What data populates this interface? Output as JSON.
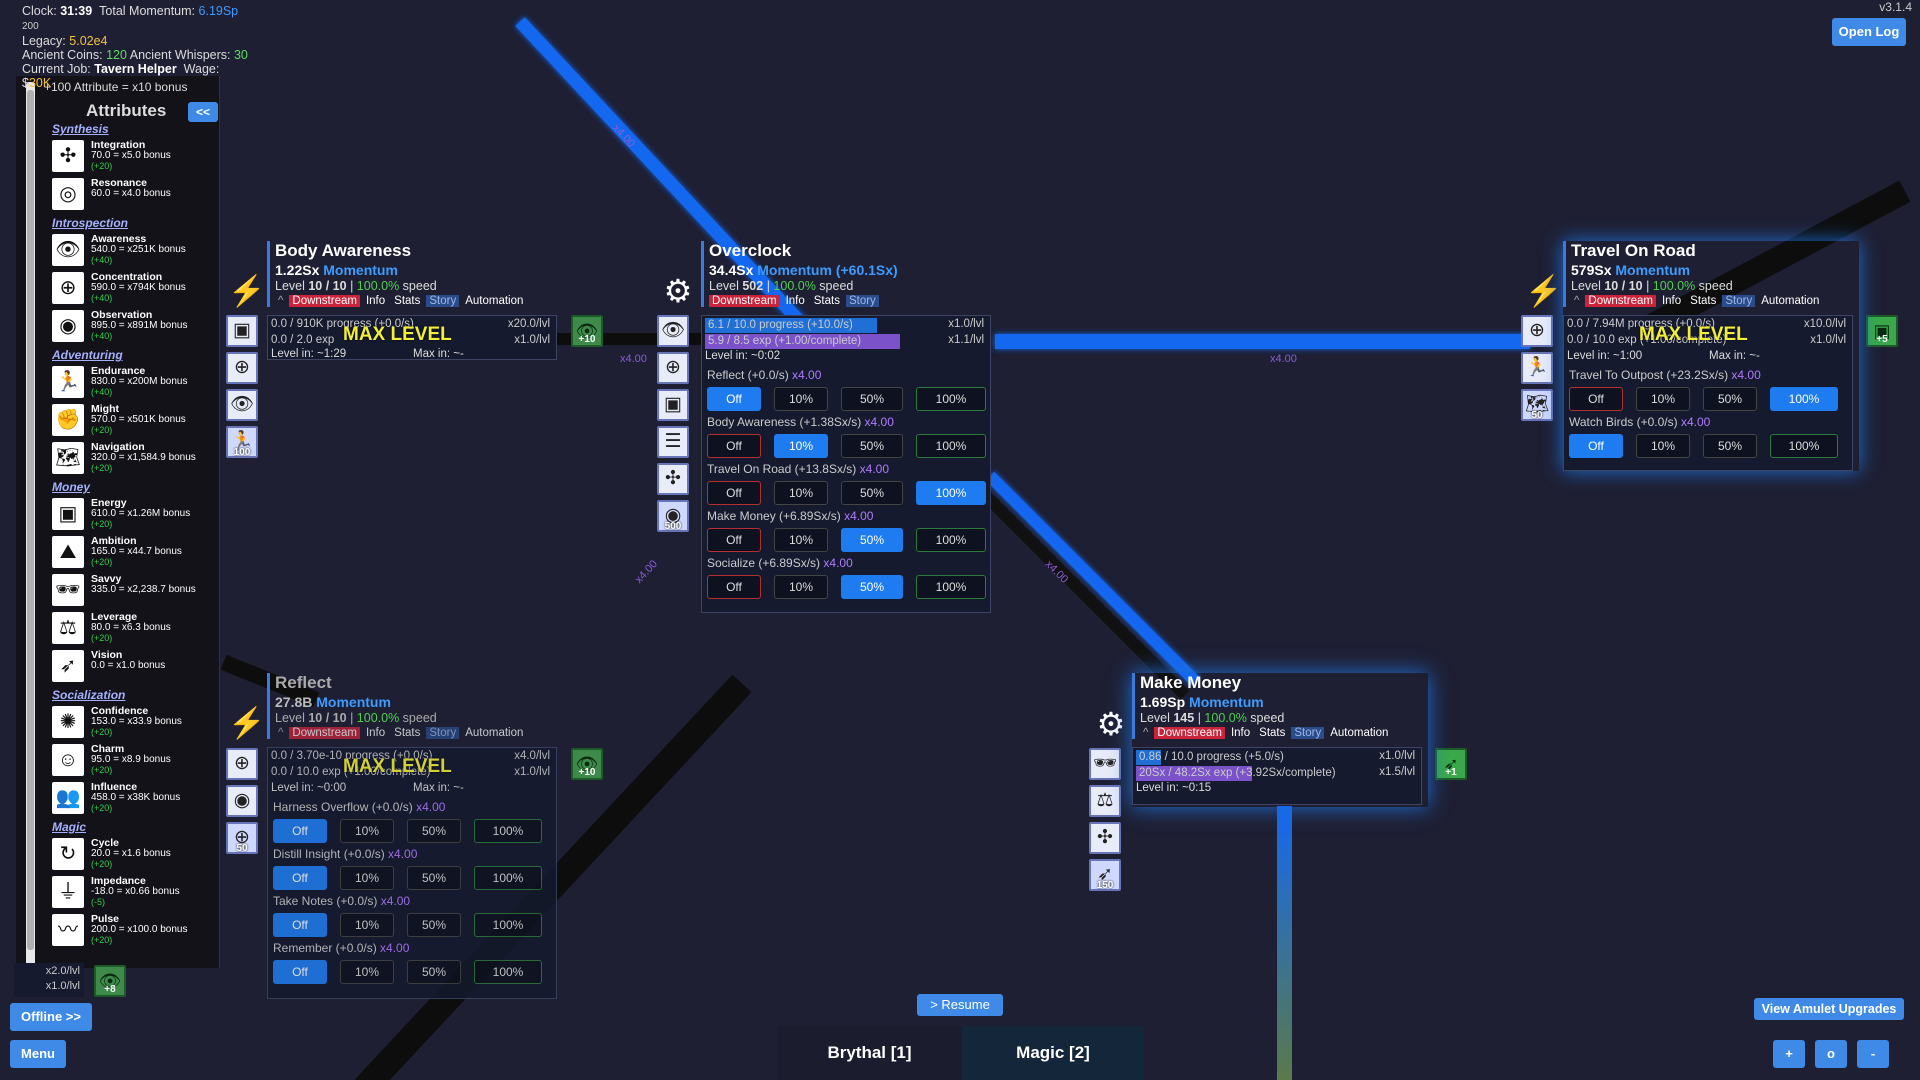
{
  "version": "v3.1.4",
  "top_stats": {
    "clock_label": "Clock:",
    "clock": "31:39",
    "momentum_label": "Total Momentum:",
    "momentum": "6.19Sp",
    "legacy_label": "Legacy:",
    "legacy": "5.02e4",
    "coins_label": "Ancient Coins:",
    "coins": "120",
    "whispers_label": "Ancient Whispers:",
    "whispers": "30",
    "job_label": "Current Job:",
    "job": "Tavern Helper",
    "wage_label": "Wage:",
    "wage_prefix": "$",
    "wage": "30K",
    "top_fragment": "200"
  },
  "buttons": {
    "open_log": "Open Log",
    "offline": "Offline >>",
    "menu": "Menu",
    "resume": "> Resume",
    "amulet": "View Amulet Upgrades",
    "zoom_in": "+",
    "zoom_reset": "o",
    "zoom_out": "-"
  },
  "sidebar": {
    "note": "+100 Attribute = x10 bonus",
    "title": "Attributes",
    "collapse": "<<",
    "categories": [
      {
        "name": "Synthesis",
        "items": [
          {
            "name": "Integration",
            "value": "70.0 = x5.0 bonus",
            "gain": "(+20)",
            "icon": "integration-icon",
            "glyph": "✣"
          },
          {
            "name": "Resonance",
            "value": "60.0 = x4.0 bonus",
            "gain": "",
            "icon": "resonance-icon",
            "glyph": "◎"
          }
        ]
      },
      {
        "name": "Introspection",
        "items": [
          {
            "name": "Awareness",
            "value": "540.0 = x251K bonus",
            "gain": "(+40)",
            "icon": "eye-icon",
            "glyph": "👁"
          },
          {
            "name": "Concentration",
            "value": "590.0 = x794K bonus",
            "gain": "(+40)",
            "icon": "concentration-icon",
            "glyph": "⊕"
          },
          {
            "name": "Observation",
            "value": "895.0 = x891M bonus",
            "gain": "(+40)",
            "icon": "observation-icon",
            "glyph": "◉"
          }
        ]
      },
      {
        "name": "Adventuring",
        "items": [
          {
            "name": "Endurance",
            "value": "830.0 = x200M bonus",
            "gain": "(+40)",
            "icon": "endurance-icon",
            "glyph": "🏃"
          },
          {
            "name": "Might",
            "value": "570.0 = x501K bonus",
            "gain": "(+20)",
            "icon": "might-icon",
            "glyph": "✊"
          },
          {
            "name": "Navigation",
            "value": "320.0 = x1,584.9 bonus",
            "gain": "(+20)",
            "icon": "map-icon",
            "glyph": "🗺"
          }
        ]
      },
      {
        "name": "Money",
        "items": [
          {
            "name": "Energy",
            "value": "610.0 = x1.26M bonus",
            "gain": "(+20)",
            "icon": "energy-icon",
            "glyph": "▣"
          },
          {
            "name": "Ambition",
            "value": "165.0 = x44.7 bonus",
            "gain": "(+20)",
            "icon": "ambition-icon",
            "glyph": "⛰"
          },
          {
            "name": "Savvy",
            "value": "335.0 = x2,238.7 bonus",
            "gain": "",
            "icon": "sunglasses-icon",
            "glyph": "🕶"
          },
          {
            "name": "Leverage",
            "value": "80.0 = x6.3 bonus",
            "gain": "(+20)",
            "icon": "scales-icon",
            "glyph": "⚖"
          },
          {
            "name": "Vision",
            "value": "0.0 = x1.0 bonus",
            "gain": "",
            "icon": "vision-icon",
            "glyph": "➶"
          }
        ]
      },
      {
        "name": "Socialization",
        "items": [
          {
            "name": "Confidence",
            "value": "153.0 = x33.9 bonus",
            "gain": "(+20)",
            "icon": "confidence-icon",
            "glyph": "✺"
          },
          {
            "name": "Charm",
            "value": "95.0 = x8.9 bonus",
            "gain": "(+20)",
            "icon": "smile-icon",
            "glyph": "☺"
          },
          {
            "name": "Influence",
            "value": "458.0 = x38K bonus",
            "gain": "(+20)",
            "icon": "influence-icon",
            "glyph": "👥"
          }
        ]
      },
      {
        "name": "Magic",
        "items": [
          {
            "name": "Cycle",
            "value": "20.0 = x1.6 bonus",
            "gain": "(+20)",
            "icon": "cycle-icon",
            "glyph": "↻"
          },
          {
            "name": "Impedance",
            "value": "-18.0 = x0.66 bonus",
            "gain": "(-5)",
            "icon": "impedance-icon",
            "glyph": "⏚"
          },
          {
            "name": "Pulse",
            "value": "200.0 = x100.0 bonus",
            "gain": "(+20)",
            "icon": "pulse-icon",
            "glyph": "〰"
          }
        ]
      }
    ]
  },
  "tabs_common": {
    "downstream": "Downstream",
    "info": "Info",
    "stats": "Stats",
    "story": "Story",
    "automation": "Automation",
    "caret": "^"
  },
  "nodes": {
    "body_awareness": {
      "title": "Body Awareness",
      "momentum": "1.22Sx",
      "momentum_word": "Momentum",
      "level_prefix": "Level ",
      "level": "10 / 10",
      "speed": "100.0%",
      "speed_word": " speed",
      "progress": "0.0 / 910K progress (+0.0/s)",
      "progress_mult": "x20.0/lvl",
      "exp": "0.0 / 2.0 exp",
      "exp_mult": "x1.0/lvl",
      "max_level": "MAX LEVEL",
      "level_in": "Level in: ~1:29",
      "max_in": "Max in: ~-"
    },
    "overclock": {
      "title": "Overclock",
      "momentum": "34.4Sx",
      "momentum_word": "Momentum",
      "momentum_rate": "(+60.1Sx)",
      "level_prefix": "Level ",
      "level": "502",
      "speed": "100.0%",
      "speed_word": " speed",
      "progress": "6.1 / 10.0 progress (+10.0/s)",
      "progress_mult": "x1.0/lvl",
      "progress_frac": 0.61,
      "exp": "5.9 / 8.5 exp (+1.00/complete)",
      "exp_mult": "x1.1/lvl",
      "exp_frac": 0.69,
      "level_in": "Level in: ~0:02",
      "automations": [
        {
          "label": "Reflect (+0.0/s)",
          "mult": "x4.00",
          "active": 0
        },
        {
          "label": "Body Awareness (+1.38Sx/s)",
          "mult": "x4.00",
          "active": 1
        },
        {
          "label": "Travel On Road (+13.8Sx/s)",
          "mult": "x4.00",
          "active": 3
        },
        {
          "label": "Make Money (+6.89Sx/s)",
          "mult": "x4.00",
          "active": 2
        },
        {
          "label": "Socialize (+6.89Sx/s)",
          "mult": "x4.00",
          "active": 2
        }
      ],
      "badge": "500"
    },
    "travel_on_road": {
      "title": "Travel On Road",
      "momentum": "579Sx",
      "momentum_word": "Momentum",
      "level_prefix": "Level ",
      "level": "10 / 10",
      "speed": "100.0%",
      "speed_word": " speed",
      "progress": "0.0 / 7.94M progress (+0.0/s)",
      "progress_mult": "x10.0/lvl",
      "exp": "0.0 / 10.0 exp (+1.00/complete)",
      "exp_mult": "x1.0/lvl",
      "max_level": "MAX LEVEL",
      "level_in": "Level in: ~1:00",
      "max_in": "Max in: ~-",
      "automations": [
        {
          "label": "Travel To Outpost (+23.2Sx/s)",
          "mult": "x4.00",
          "active": 3
        },
        {
          "label": "Watch Birds (+0.0/s)",
          "mult": "x4.00",
          "active": 0
        }
      ],
      "badge": "50",
      "green_badge": "+5"
    },
    "reflect": {
      "title": "Reflect",
      "momentum": "27.8B",
      "momentum_word": "Momentum",
      "level_prefix": "Level ",
      "level": "10 / 10",
      "speed": "100.0%",
      "speed_word": " speed",
      "progress": "0.0 / 3.70e-10 progress (+0.0/s)",
      "progress_mult": "x4.0/lvl",
      "exp": "0.0 / 10.0 exp (+1.00/complete)",
      "exp_mult": "x1.0/lvl",
      "max_level": "MAX LEVEL",
      "level_in": "Level in: ~0:00",
      "max_in": "Max in: ~-",
      "automations": [
        {
          "label": "Harness Overflow (+0.0/s)",
          "mult": "x4.00",
          "active": 0
        },
        {
          "label": "Distill Insight (+0.0/s)",
          "mult": "x4.00",
          "active": 0
        },
        {
          "label": "Take Notes (+0.0/s)",
          "mult": "x4.00",
          "active": 0
        },
        {
          "label": "Remember (+0.0/s)",
          "mult": "x4.00",
          "active": 0
        }
      ],
      "badge": "50",
      "green_badge": "+10"
    },
    "make_money": {
      "title": "Make Money",
      "momentum": "1.69Sp",
      "momentum_word": "Momentum",
      "level_prefix": "Level ",
      "level": "145",
      "speed": "100.0%",
      "speed_word": " speed",
      "progress": "0.86 / 10.0 progress (+5.0/s)",
      "progress_mult": "x1.0/lvl",
      "progress_frac": 0.09,
      "exp": "20Sx / 48.2Sx exp (+3.92Sx/complete)",
      "exp_mult": "x1.5/lvl",
      "exp_frac": 0.41,
      "level_in": "Level in: ~0:15",
      "badge": "150",
      "green_badge": "+1"
    }
  },
  "auto_options": [
    "Off",
    "10%",
    "50%",
    "100%"
  ],
  "body_awareness_badges": {
    "badge": "100",
    "green_badge": "+10"
  },
  "multipliers": {
    "a": "x4.00",
    "b": "x4.00",
    "c": "x4.00",
    "d": "x4.00",
    "e": "x4.00"
  },
  "left_edge": {
    "mult1": "x2.0/lvl",
    "mult2": "x1.0/lvl",
    "green_badge": "+8"
  },
  "bottom_tabs": {
    "tab1": "Brythal [1]",
    "tab2": "Magic [2]"
  }
}
